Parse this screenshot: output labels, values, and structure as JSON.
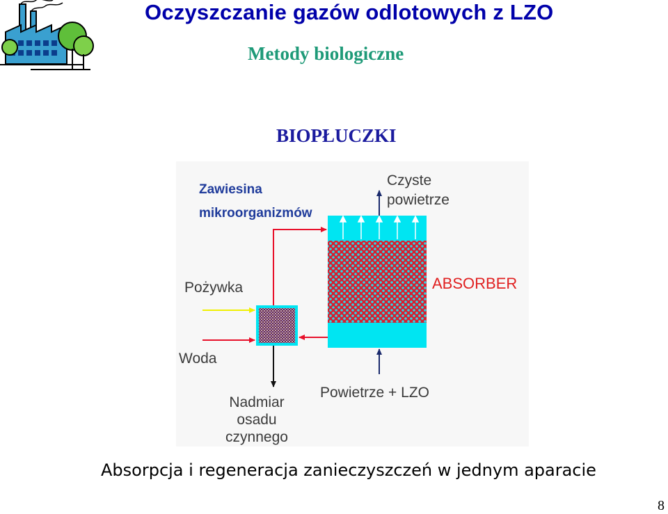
{
  "header": {
    "title": "Oczyszczanie gazów odlotowych z LZO",
    "subtitle": "Metody biologiczne"
  },
  "logo": {
    "icon": "factory-with-trees-icon"
  },
  "section_title": "BIOPŁUCZKI",
  "diagram": {
    "labels": {
      "suspension_line1": "Zawiesina",
      "suspension_line2": "mikroorganizmów",
      "clean_air_line1": "Czyste",
      "clean_air_line2": "powietrze",
      "absorber": "ABSORBER",
      "nutrient": "Pożywka",
      "water": "Woda",
      "air_inlet": "Powietrze + LZO",
      "sludge_line1": "Nadmiar",
      "sludge_line2": "osadu",
      "sludge_line3": "czynnego"
    },
    "colors": {
      "label_blue": "#1f3b9b",
      "label_red": "#e02020",
      "label_gray": "#3a3a3a",
      "cyan": "#00e5f2",
      "flow_red": "#e8102a",
      "flow_yellow": "#f0f000",
      "background": "#f7f7f7"
    }
  },
  "caption": "Absorpcja i regeneracja zanieczyszczeń w jednym aparacie",
  "page_number": "8"
}
